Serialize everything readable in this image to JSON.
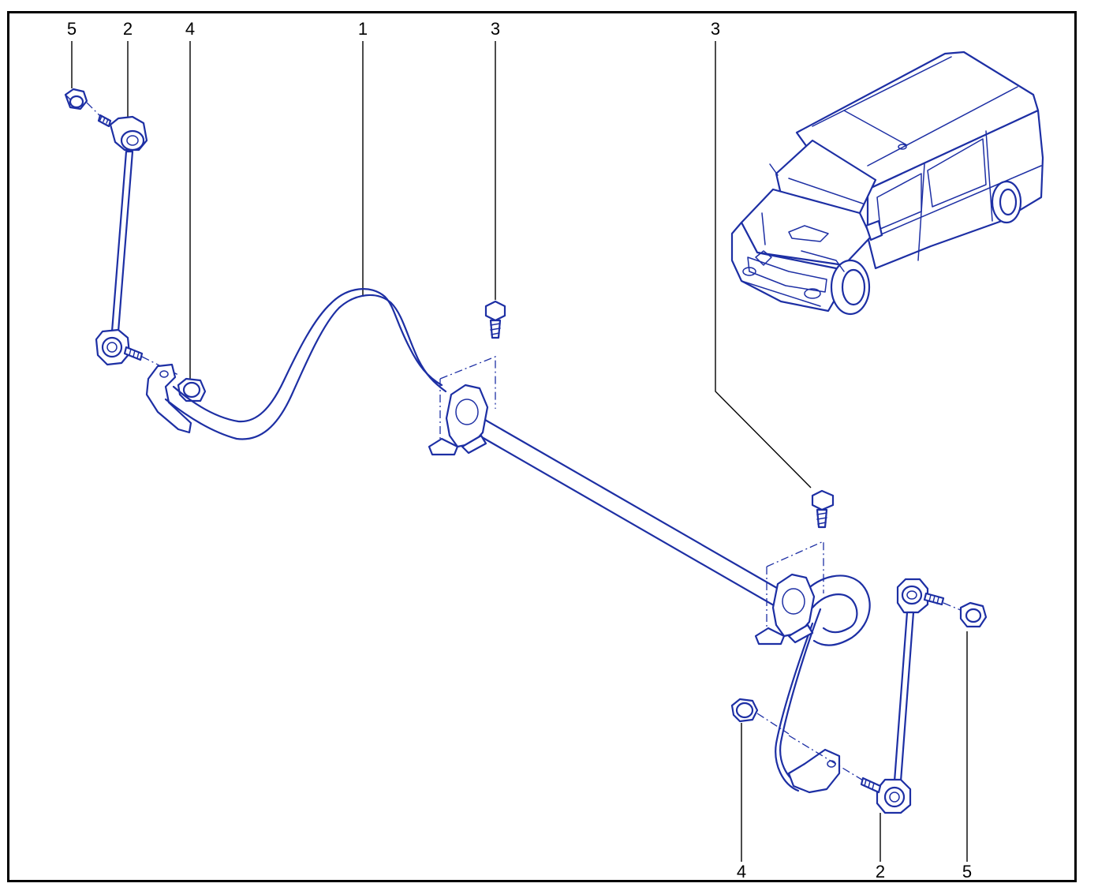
{
  "callouts": {
    "top": [
      "5",
      "2",
      "4",
      "1",
      "3",
      "3"
    ],
    "bottom": [
      "4",
      "2",
      "5"
    ]
  },
  "colors": {
    "line": "#1d2fa4",
    "frame": "#000000",
    "background": "#ffffff"
  },
  "vehicle": "van-illustration"
}
